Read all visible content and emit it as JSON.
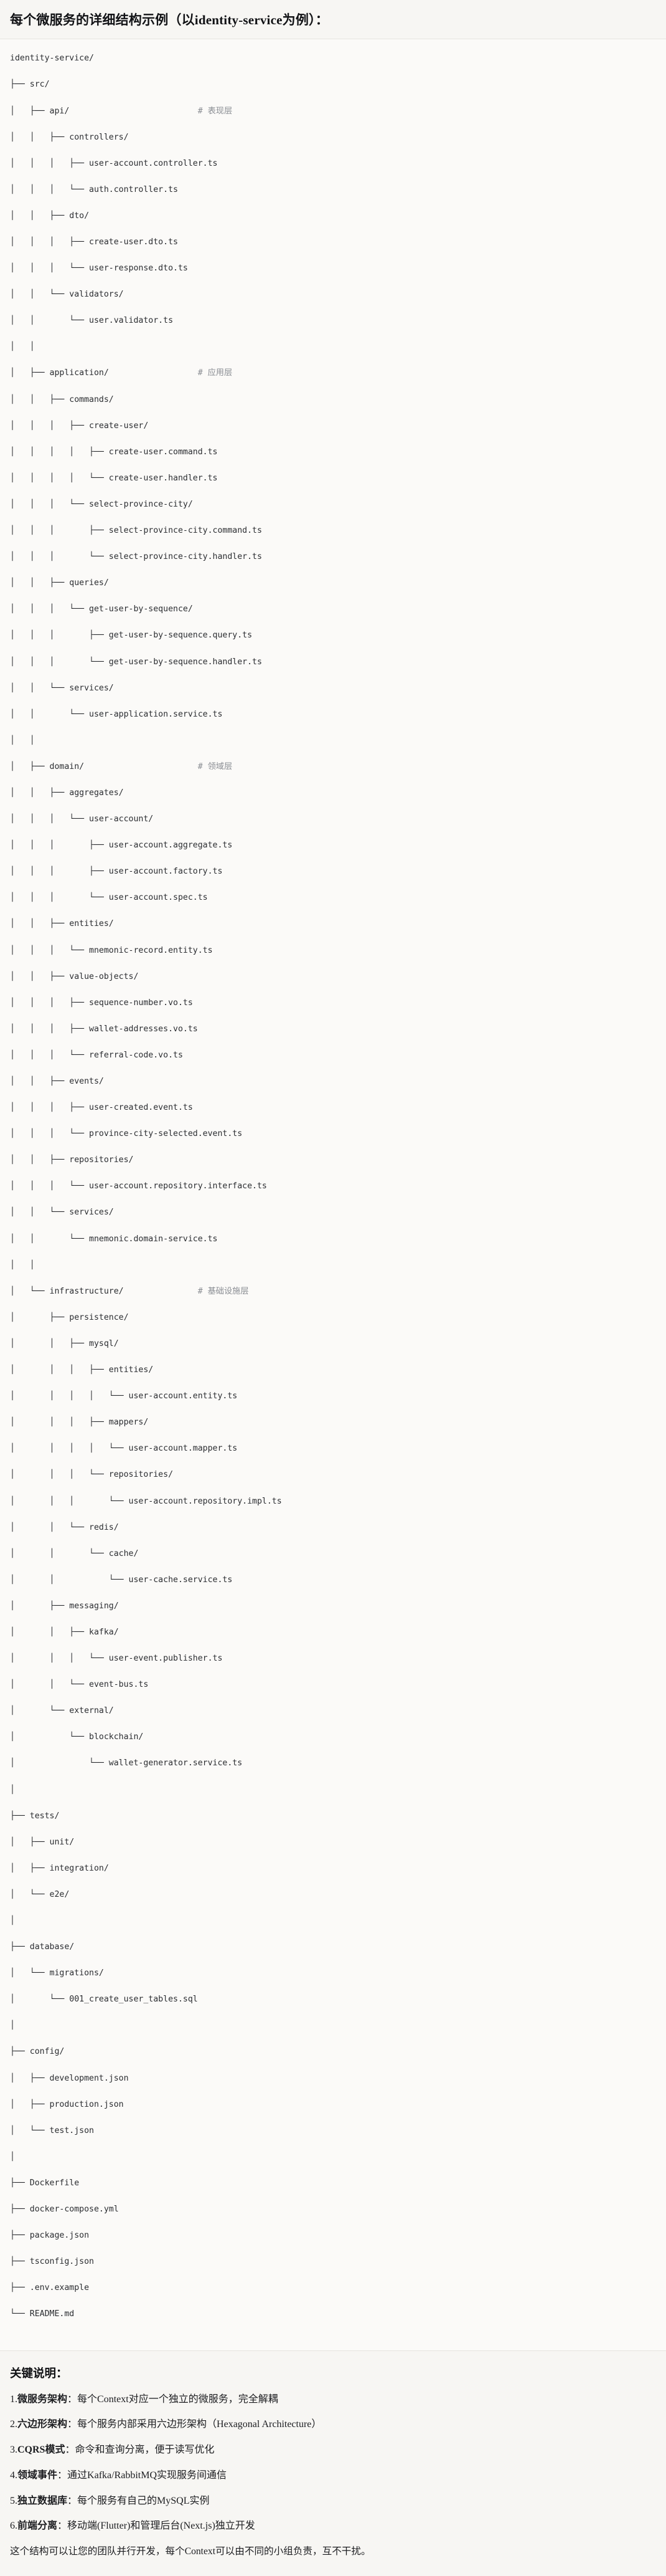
{
  "header": {
    "title": "每个微服务的详细结构示例（以identity-service为例）："
  },
  "tree": {
    "root": "identity-service/",
    "comment_column": 38,
    "lines": [
      {
        "text": "identity-service/",
        "comment": ""
      },
      {
        "text": "├── src/",
        "comment": ""
      },
      {
        "text": "│   ├── api/",
        "comment": "# 表现层"
      },
      {
        "text": "│   │   ├── controllers/",
        "comment": ""
      },
      {
        "text": "│   │   │   ├── user-account.controller.ts",
        "comment": ""
      },
      {
        "text": "│   │   │   └── auth.controller.ts",
        "comment": ""
      },
      {
        "text": "│   │   ├── dto/",
        "comment": ""
      },
      {
        "text": "│   │   │   ├── create-user.dto.ts",
        "comment": ""
      },
      {
        "text": "│   │   │   └── user-response.dto.ts",
        "comment": ""
      },
      {
        "text": "│   │   └── validators/",
        "comment": ""
      },
      {
        "text": "│   │       └── user.validator.ts",
        "comment": ""
      },
      {
        "text": "│   │",
        "comment": ""
      },
      {
        "text": "│   ├── application/",
        "comment": "# 应用层"
      },
      {
        "text": "│   │   ├── commands/",
        "comment": ""
      },
      {
        "text": "│   │   │   ├── create-user/",
        "comment": ""
      },
      {
        "text": "│   │   │   │   ├── create-user.command.ts",
        "comment": ""
      },
      {
        "text": "│   │   │   │   └── create-user.handler.ts",
        "comment": ""
      },
      {
        "text": "│   │   │   └── select-province-city/",
        "comment": ""
      },
      {
        "text": "│   │   │       ├── select-province-city.command.ts",
        "comment": ""
      },
      {
        "text": "│   │   │       └── select-province-city.handler.ts",
        "comment": ""
      },
      {
        "text": "│   │   ├── queries/",
        "comment": ""
      },
      {
        "text": "│   │   │   └── get-user-by-sequence/",
        "comment": ""
      },
      {
        "text": "│   │   │       ├── get-user-by-sequence.query.ts",
        "comment": ""
      },
      {
        "text": "│   │   │       └── get-user-by-sequence.handler.ts",
        "comment": ""
      },
      {
        "text": "│   │   └── services/",
        "comment": ""
      },
      {
        "text": "│   │       └── user-application.service.ts",
        "comment": ""
      },
      {
        "text": "│   │",
        "comment": ""
      },
      {
        "text": "│   ├── domain/",
        "comment": "# 领域层"
      },
      {
        "text": "│   │   ├── aggregates/",
        "comment": ""
      },
      {
        "text": "│   │   │   └── user-account/",
        "comment": ""
      },
      {
        "text": "│   │   │       ├── user-account.aggregate.ts",
        "comment": ""
      },
      {
        "text": "│   │   │       ├── user-account.factory.ts",
        "comment": ""
      },
      {
        "text": "│   │   │       └── user-account.spec.ts",
        "comment": ""
      },
      {
        "text": "│   │   ├── entities/",
        "comment": ""
      },
      {
        "text": "│   │   │   └── mnemonic-record.entity.ts",
        "comment": ""
      },
      {
        "text": "│   │   ├── value-objects/",
        "comment": ""
      },
      {
        "text": "│   │   │   ├── sequence-number.vo.ts",
        "comment": ""
      },
      {
        "text": "│   │   │   ├── wallet-addresses.vo.ts",
        "comment": ""
      },
      {
        "text": "│   │   │   └── referral-code.vo.ts",
        "comment": ""
      },
      {
        "text": "│   │   ├── events/",
        "comment": ""
      },
      {
        "text": "│   │   │   ├── user-created.event.ts",
        "comment": ""
      },
      {
        "text": "│   │   │   └── province-city-selected.event.ts",
        "comment": ""
      },
      {
        "text": "│   │   ├── repositories/",
        "comment": ""
      },
      {
        "text": "│   │   │   └── user-account.repository.interface.ts",
        "comment": ""
      },
      {
        "text": "│   │   └── services/",
        "comment": ""
      },
      {
        "text": "│   │       └── mnemonic.domain-service.ts",
        "comment": ""
      },
      {
        "text": "│   │",
        "comment": ""
      },
      {
        "text": "│   └── infrastructure/",
        "comment": "# 基础设施层"
      },
      {
        "text": "│       ├── persistence/",
        "comment": ""
      },
      {
        "text": "│       │   ├── mysql/",
        "comment": ""
      },
      {
        "text": "│       │   │   ├── entities/",
        "comment": ""
      },
      {
        "text": "│       │   │   │   └── user-account.entity.ts",
        "comment": ""
      },
      {
        "text": "│       │   │   ├── mappers/",
        "comment": ""
      },
      {
        "text": "│       │   │   │   └── user-account.mapper.ts",
        "comment": ""
      },
      {
        "text": "│       │   │   └── repositories/",
        "comment": ""
      },
      {
        "text": "│       │   │       └── user-account.repository.impl.ts",
        "comment": ""
      },
      {
        "text": "│       │   └── redis/",
        "comment": ""
      },
      {
        "text": "│       │       └── cache/",
        "comment": ""
      },
      {
        "text": "│       │           └── user-cache.service.ts",
        "comment": ""
      },
      {
        "text": "│       ├── messaging/",
        "comment": ""
      },
      {
        "text": "│       │   ├── kafka/",
        "comment": ""
      },
      {
        "text": "│       │   │   └── user-event.publisher.ts",
        "comment": ""
      },
      {
        "text": "│       │   └── event-bus.ts",
        "comment": ""
      },
      {
        "text": "│       └── external/",
        "comment": ""
      },
      {
        "text": "│           └── blockchain/",
        "comment": ""
      },
      {
        "text": "│               └── wallet-generator.service.ts",
        "comment": ""
      },
      {
        "text": "│",
        "comment": ""
      },
      {
        "text": "├── tests/",
        "comment": ""
      },
      {
        "text": "│   ├── unit/",
        "comment": ""
      },
      {
        "text": "│   ├── integration/",
        "comment": ""
      },
      {
        "text": "│   └── e2e/",
        "comment": ""
      },
      {
        "text": "│",
        "comment": ""
      },
      {
        "text": "├── database/",
        "comment": ""
      },
      {
        "text": "│   └── migrations/",
        "comment": ""
      },
      {
        "text": "│       └── 001_create_user_tables.sql",
        "comment": ""
      },
      {
        "text": "│",
        "comment": ""
      },
      {
        "text": "├── config/",
        "comment": ""
      },
      {
        "text": "│   ├── development.json",
        "comment": ""
      },
      {
        "text": "│   ├── production.json",
        "comment": ""
      },
      {
        "text": "│   └── test.json",
        "comment": ""
      },
      {
        "text": "│",
        "comment": ""
      },
      {
        "text": "├── Dockerfile",
        "comment": ""
      },
      {
        "text": "├── docker-compose.yml",
        "comment": ""
      },
      {
        "text": "├── package.json",
        "comment": ""
      },
      {
        "text": "├── tsconfig.json",
        "comment": ""
      },
      {
        "text": "├── .env.example",
        "comment": ""
      },
      {
        "text": "└── README.md",
        "comment": ""
      }
    ]
  },
  "notes": {
    "heading": "关键说明：",
    "items": [
      {
        "num": "1.",
        "term": "微服务架构",
        "sep": "：",
        "desc": "每个Context对应一个独立的微服务，完全解耦"
      },
      {
        "num": "2.",
        "term": "六边形架构",
        "sep": "：",
        "desc": "每个服务内部采用六边形架构（Hexagonal Architecture）"
      },
      {
        "num": "3.",
        "term": "CQRS模式",
        "sep": "：",
        "desc": "命令和查询分离，便于读写优化"
      },
      {
        "num": "4.",
        "term": "领域事件",
        "sep": "：",
        "desc": "通过Kafka/RabbitMQ实现服务间通信"
      },
      {
        "num": "5.",
        "term": "独立数据库",
        "sep": "：",
        "desc": "每个服务有自己的MySQL实例"
      },
      {
        "num": "6.",
        "term": "前端分离",
        "sep": "：",
        "desc": "移动端(Flutter)和管理后台(Next.js)独立开发"
      }
    ],
    "closing": "这个结构可以让您的团队并行开发，每个Context可以由不同的小组负责，互不干扰。"
  },
  "colors": {
    "title_bg": "#f7f6f3",
    "code_bg": "#fbfaf8",
    "notes_bg": "#f7f6f3",
    "text": "#1f2023",
    "comment": "#8a8d93",
    "divider": "#e6e4df"
  }
}
